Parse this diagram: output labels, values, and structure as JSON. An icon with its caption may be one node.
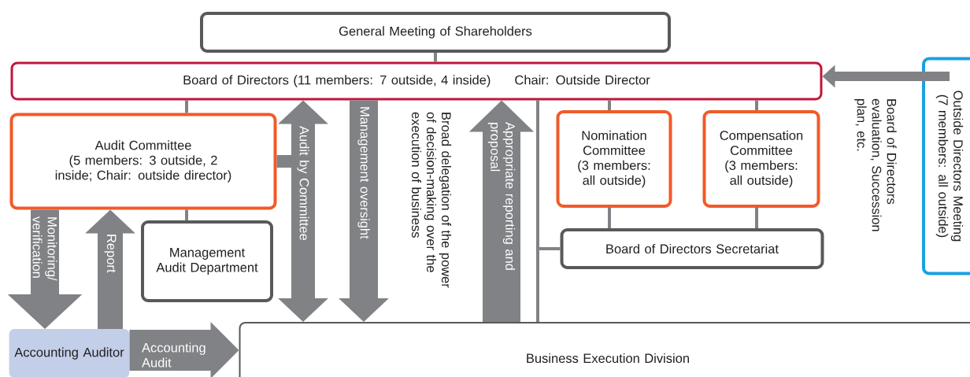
{
  "diagram": {
    "nodes": [
      {
        "text": [
          "General Meeting of Shareholders"
        ]
      },
      {
        "text": [
          "Board of Directors (11 members: 7 outside, 4 inside)",
          "Chair: Outside Director"
        ]
      },
      {
        "text": [
          "Audit Committee",
          "(5 members: 3 outside, 2 inside; Chair: outside director)"
        ]
      },
      {
        "text": [
          "Management Audit Department"
        ]
      },
      {
        "text": [
          "Nomination Committee",
          "(3 members: all outside)"
        ]
      },
      {
        "text": [
          "Compensation Committee",
          "(3 members: all outside)"
        ]
      },
      {
        "text": [
          "Board of Directors Secretariat"
        ]
      },
      {
        "text": [
          "Outside Directors Meeting",
          "(7 members: all outside)"
        ]
      },
      {
        "text": [
          "Accounting Auditor"
        ]
      },
      {
        "text": [
          "Business Execution Division"
        ]
      }
    ],
    "edges": [
      {
        "from": 0,
        "to": 1,
        "arrow": "none"
      },
      {
        "from": 1,
        "to": 2,
        "arrow": "none"
      },
      {
        "from": 2,
        "to": 3,
        "arrow": "none"
      },
      {
        "from": 1,
        "to": 4,
        "arrow": "none"
      },
      {
        "from": 1,
        "to": 5,
        "arrow": "none"
      },
      {
        "from": 4,
        "to": 6,
        "arrow": "none"
      },
      {
        "from": 5,
        "to": 6,
        "arrow": "none"
      },
      {
        "from": 1,
        "to": 9,
        "arrow": "none"
      },
      {
        "from": 1,
        "to": 6,
        "arrow": "none"
      },
      {
        "from": 7,
        "to": 1,
        "arrow": "to",
        "style": "thick",
        "label": "Board of Directors evaluation, Succession plan, etc."
      },
      {
        "from": 1,
        "to": 9,
        "arrow": "both",
        "style": "thick",
        "label": "Audit by Committee"
      },
      {
        "from": 1,
        "to": 9,
        "arrow": "to",
        "style": "thick",
        "label": "Management oversight"
      },
      {
        "from": 9,
        "to": 1,
        "arrow": "to",
        "style": "thick",
        "label": "Appropriate reporting and proposal"
      },
      {
        "from": 2,
        "to": 8,
        "arrow": "to",
        "style": "thick",
        "label": "Monitoring/ verification"
      },
      {
        "from": 8,
        "to": 2,
        "arrow": "to",
        "style": "thick",
        "label": "Report"
      },
      {
        "from": 8,
        "to": 9,
        "arrow": "to",
        "style": "thick",
        "label": "Accounting Audit"
      }
    ],
    "labels": [
      "Broad delegation of the power of decision-making over the execution of business"
    ]
  }
}
